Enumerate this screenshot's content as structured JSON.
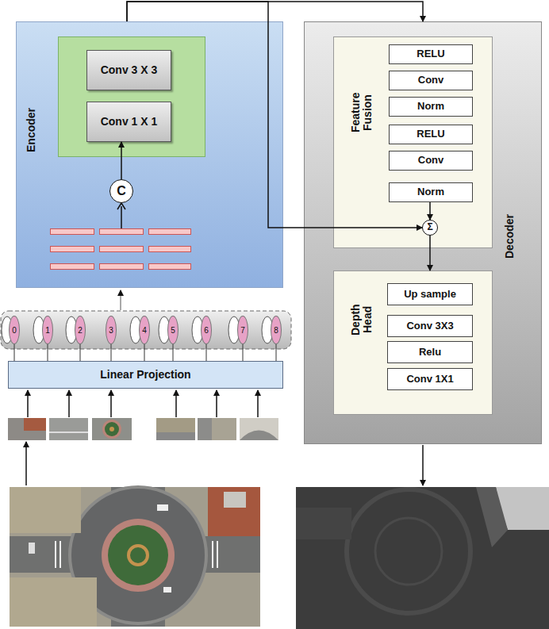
{
  "diagram": {
    "nodes": [
      {
        "text": [
          "Encoder"
        ]
      },
      {
        "text": [
          "Conv 3 X 3"
        ],
        "in": 0
      },
      {
        "text": [
          "Conv 1 X 1"
        ],
        "in": 0
      },
      {
        "text": [
          "C"
        ],
        "in": 0
      },
      {
        "text": [
          "Decoder"
        ]
      },
      {
        "text": [
          "Feature Fusion"
        ],
        "in": 4
      },
      {
        "text": [
          "RELU"
        ],
        "in": 5
      },
      {
        "text": [
          "Conv"
        ],
        "in": 5
      },
      {
        "text": [
          "Norm"
        ],
        "in": 5
      },
      {
        "text": [
          "RELU"
        ],
        "in": 5
      },
      {
        "text": [
          "Conv"
        ],
        "in": 5
      },
      {
        "text": [
          "Norm"
        ],
        "in": 5
      },
      {
        "text": [
          "Σ"
        ],
        "in": 5
      },
      {
        "text": [
          "Depth Head"
        ],
        "in": 4
      },
      {
        "text": [
          "Up sample"
        ],
        "in": 13
      },
      {
        "text": [
          "Conv 3X3"
        ],
        "in": 13
      },
      {
        "text": [
          "Relu"
        ],
        "in": 13
      },
      {
        "text": [
          "Conv 1X1"
        ],
        "in": 13
      },
      {
        "text": [
          "0"
        ]
      },
      {
        "text": [
          "1"
        ]
      },
      {
        "text": [
          "2"
        ]
      },
      {
        "text": [
          "3"
        ]
      },
      {
        "text": [
          "4"
        ]
      },
      {
        "text": [
          "5"
        ]
      },
      {
        "text": [
          "6"
        ]
      },
      {
        "text": [
          "7"
        ]
      },
      {
        "text": [
          "8"
        ]
      },
      {
        "text": [
          "Linear Projection"
        ]
      }
    ],
    "edges": [
      {
        "from": 3,
        "to": 2,
        "arrow": "to"
      },
      {
        "from": 0,
        "to": 4,
        "arrow": "to"
      },
      {
        "from": 0,
        "to": 12,
        "arrow": "to"
      },
      {
        "from": 11,
        "to": 12,
        "arrow": "to"
      },
      {
        "from": 12,
        "to": 13,
        "arrow": "to"
      }
    ]
  }
}
